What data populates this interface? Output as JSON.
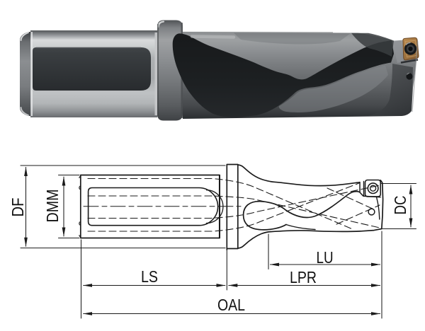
{
  "figure": {
    "background": "#ffffff",
    "photo": {
      "name": "indexable-insert-drill-photo",
      "colors": {
        "shank": "#b3b5b7",
        "shank_flat": "#33373a",
        "collar": "#808386",
        "body": "#5a5d60",
        "flute": "#1b1d1f",
        "insert": "#a97c45",
        "screw": "#17191b"
      }
    },
    "drawing": {
      "line_color": "#1b1b1b",
      "labels": {
        "df": "DF",
        "dmm": "DMM",
        "dc": "DC",
        "lu": "LU",
        "ls": "LS",
        "lpr": "LPR",
        "oal": "OAL"
      }
    }
  }
}
